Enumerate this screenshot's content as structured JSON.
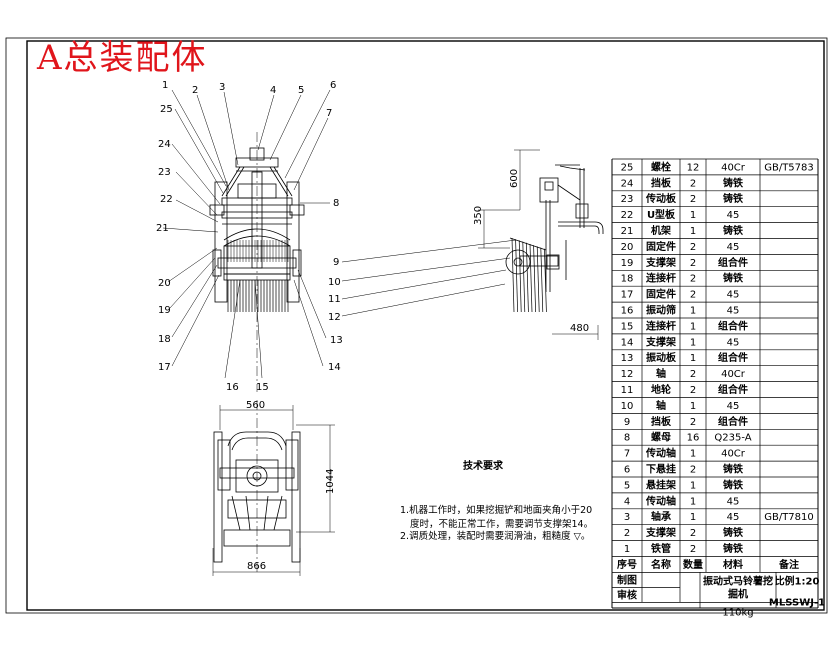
{
  "title": "A总装配体",
  "callouts": [
    "1",
    "2",
    "3",
    "4",
    "5",
    "6",
    "7",
    "8",
    "9",
    "10",
    "11",
    "12",
    "13",
    "14",
    "15",
    "16",
    "17",
    "18",
    "19",
    "20",
    "21",
    "22",
    "23",
    "24",
    "25"
  ],
  "dimensions": {
    "side_height_600": "600",
    "side_height_350": "350",
    "side_width": "480",
    "bottom_width_top": "560",
    "bottom_height": "1044",
    "bottom_width_bottom": "866"
  },
  "tech_requirements": {
    "title": "技术要求",
    "notes": [
      "1.机器工作时，如果挖掘铲和地面夹角小于20",
      "度时，不能正常工作，需要调节支撑架14。",
      "2.调质处理，装配时需要润滑油，粗糙度 ▽。"
    ]
  },
  "bom": {
    "rows": [
      {
        "no": "25",
        "name": "螺栓",
        "qty": "12",
        "material": "40Cr",
        "note": "GB/T5783"
      },
      {
        "no": "24",
        "name": "挡板",
        "qty": "2",
        "material": "铸铁",
        "note": ""
      },
      {
        "no": "23",
        "name": "传动板",
        "qty": "2",
        "material": "铸铁",
        "note": ""
      },
      {
        "no": "22",
        "name": "U型板",
        "qty": "1",
        "material": "45",
        "note": ""
      },
      {
        "no": "21",
        "name": "机架",
        "qty": "1",
        "material": "铸铁",
        "note": ""
      },
      {
        "no": "20",
        "name": "固定件",
        "qty": "2",
        "material": "45",
        "note": ""
      },
      {
        "no": "19",
        "name": "支撑架",
        "qty": "2",
        "material": "组合件",
        "note": ""
      },
      {
        "no": "18",
        "name": "连接杆",
        "qty": "2",
        "material": "铸铁",
        "note": ""
      },
      {
        "no": "17",
        "name": "固定件",
        "qty": "2",
        "material": "45",
        "note": ""
      },
      {
        "no": "16",
        "name": "振动筛",
        "qty": "1",
        "material": "45",
        "note": ""
      },
      {
        "no": "15",
        "name": "连接杆",
        "qty": "1",
        "material": "组合件",
        "note": ""
      },
      {
        "no": "14",
        "name": "支撑架",
        "qty": "1",
        "material": "45",
        "note": ""
      },
      {
        "no": "13",
        "name": "振动板",
        "qty": "1",
        "material": "组合件",
        "note": ""
      },
      {
        "no": "12",
        "name": "轴",
        "qty": "2",
        "material": "40Cr",
        "note": ""
      },
      {
        "no": "11",
        "name": "地轮",
        "qty": "2",
        "material": "组合件",
        "note": ""
      },
      {
        "no": "10",
        "name": "轴",
        "qty": "1",
        "material": "45",
        "note": ""
      },
      {
        "no": "9",
        "name": "挡板",
        "qty": "2",
        "material": "组合件",
        "note": ""
      },
      {
        "no": "8",
        "name": "螺母",
        "qty": "16",
        "material": "Q235-A",
        "note": ""
      },
      {
        "no": "7",
        "name": "传动轴",
        "qty": "1",
        "material": "40Cr",
        "note": ""
      },
      {
        "no": "6",
        "name": "下悬挂",
        "qty": "2",
        "material": "铸铁",
        "note": ""
      },
      {
        "no": "5",
        "name": "悬挂架",
        "qty": "1",
        "material": "铸铁",
        "note": ""
      },
      {
        "no": "4",
        "name": "传动轴",
        "qty": "1",
        "material": "45",
        "note": ""
      },
      {
        "no": "3",
        "name": "轴承",
        "qty": "1",
        "material": "45",
        "note": "GB/T7810"
      },
      {
        "no": "2",
        "name": "支撑架",
        "qty": "2",
        "material": "铸铁",
        "note": ""
      },
      {
        "no": "1",
        "name": "铁管",
        "qty": "2",
        "material": "铸铁",
        "note": ""
      }
    ],
    "header": {
      "no": "序号",
      "name": "名称",
      "qty": "数量",
      "material": "材料",
      "note": "备注"
    },
    "title_block": {
      "drawn": "制图",
      "checked": "审核",
      "product_line1": "振动式马铃薯挖",
      "product_line2": "掘机",
      "scale": "比例1:20",
      "weight": "110kg",
      "code": "MLSSWJ-1"
    }
  }
}
